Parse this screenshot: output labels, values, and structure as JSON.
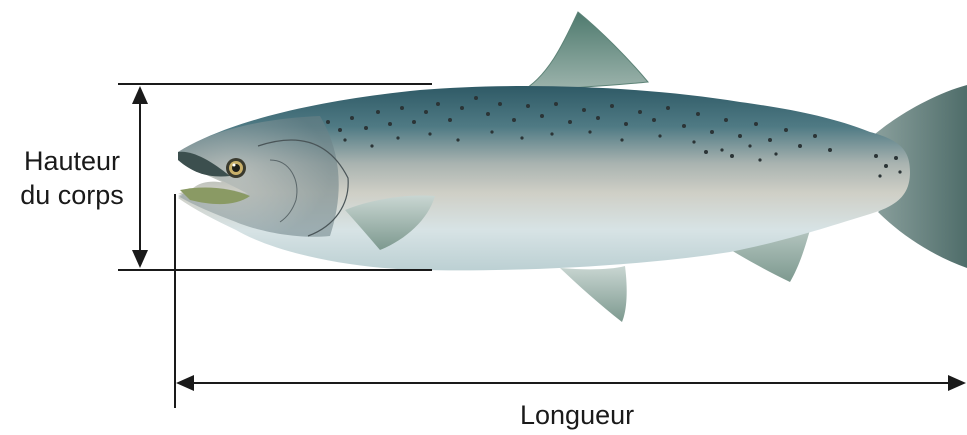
{
  "labels": {
    "height_line1": "Hauteur",
    "height_line2": "du corps",
    "length": "Longueur"
  },
  "colors": {
    "line": "#1a1a1a",
    "back": "#3d6470",
    "belly": "#d8e4e6",
    "fin": "#7a9a8c",
    "spots": "#2b3436"
  }
}
